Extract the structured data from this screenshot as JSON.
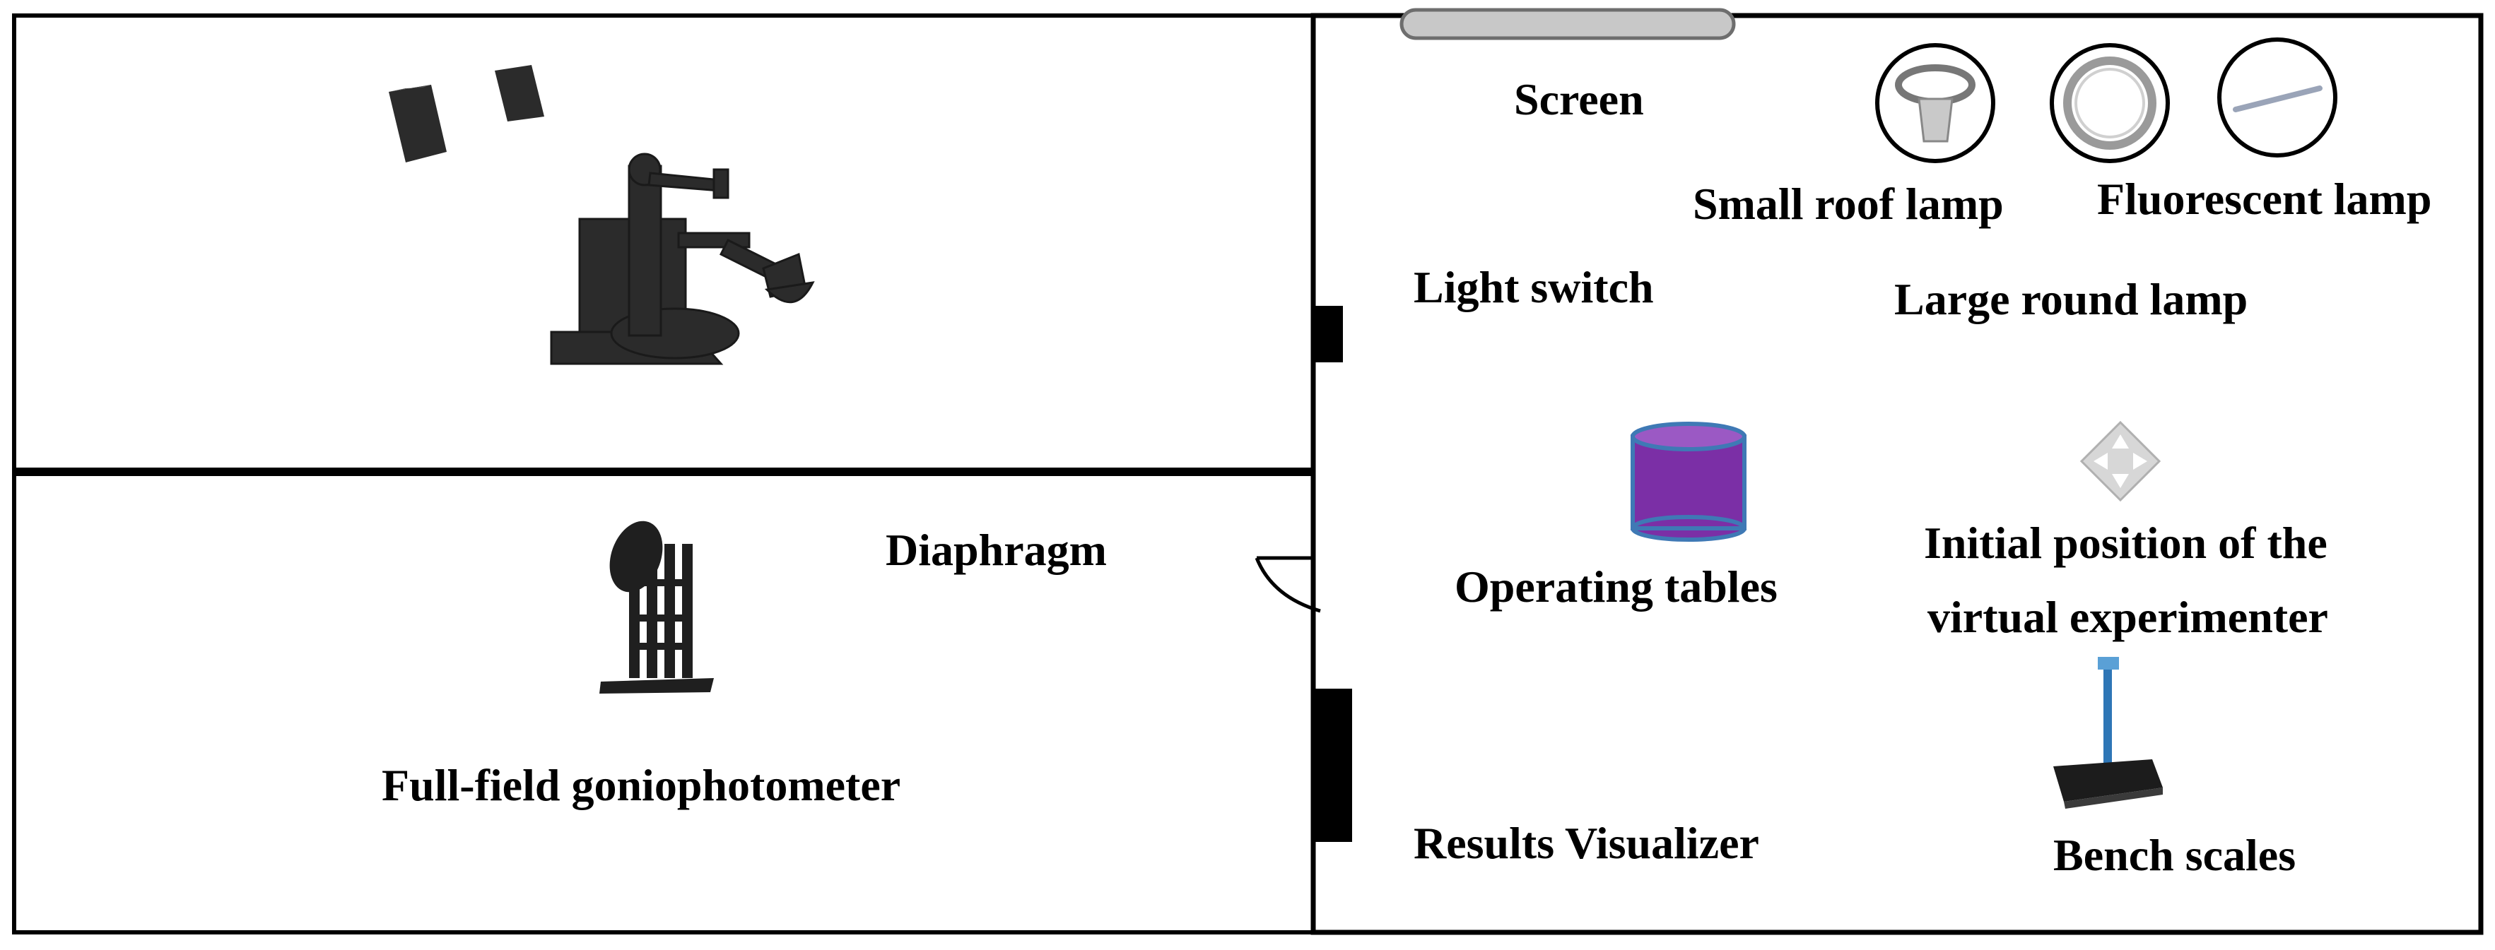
{
  "labels": {
    "screen": "Screen",
    "small_roof_lamp": "Small roof lamp",
    "fluorescent_lamp": "Fluorescent lamp",
    "light_switch": "Light switch",
    "large_round_lamp": "Large round lamp",
    "operating_tables": "Operating tables",
    "initial_position_line1": "Initial position of the",
    "initial_position_line2": "virtual experimenter",
    "diaphragm": "Diaphragm",
    "full_field_goniophotometer": "Full-field goniophotometer",
    "results_visualizer": "Results Visualizer",
    "bench_scales": "Bench scales"
  },
  "colors": {
    "wall": "#000000",
    "screen_bar": "#c8c8c8",
    "table_fill": "#7b2fa6",
    "table_top": "#9b59c4",
    "table_edge": "#3f79b5",
    "equipment": "#2b2b2b",
    "lamp_ring": "#000000",
    "lamp_gray": "#a9a9a9",
    "marker": "#c9c9c9"
  },
  "icons": {
    "screen": "screen-bar-icon",
    "small_roof_lamp": "small-roof-lamp-icon",
    "large_round_lamp": "large-round-lamp-icon",
    "fluorescent_lamp": "fluorescent-lamp-icon",
    "light_switch": "light-switch-icon",
    "operating_table": "operating-table-icon",
    "experimenter_marker": "move-marker-icon",
    "goniophotometer": "goniophotometer-icon",
    "diaphragm": "door-arc-icon",
    "results_visualizer": "results-visualizer-icon",
    "bench_scales": "bench-scales-icon",
    "detectors": "detector-boxes-icon"
  }
}
